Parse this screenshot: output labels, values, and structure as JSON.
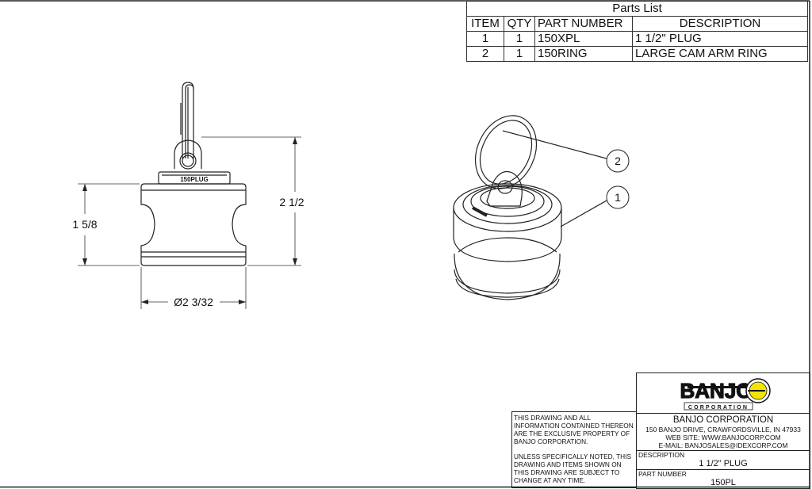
{
  "parts_list": {
    "title": "Parts List",
    "headers": [
      "ITEM",
      "QTY",
      "PART NUMBER",
      "DESCRIPTION"
    ],
    "rows": [
      {
        "item": "1",
        "qty": "1",
        "part_number": "150XPL",
        "description": "1 1/2\" PLUG"
      },
      {
        "item": "2",
        "qty": "1",
        "part_number": "150RING",
        "description": "LARGE CAM ARM RING"
      }
    ]
  },
  "front_view": {
    "engraving": "150PLUG",
    "dim_height_body": "1 5/8",
    "dim_height_total": "2 1/2",
    "dim_diameter": "Ø2 3/32"
  },
  "iso_view": {
    "balloons": [
      "2",
      "1"
    ]
  },
  "title_block": {
    "logo_text": "BANJO",
    "logo_subtext": "CORPORATION",
    "logo_colors": {
      "yellow": "#f2e600",
      "black": "#111111"
    },
    "company": "BANJO CORPORATION",
    "address": "150 BANJO DRIVE, CRAWFORDSVILLE, IN 47933",
    "website": "WEB SITE: WWW.BANJOCORP.COM",
    "email": "E-MAIL: BANJOSALES@IDEXCORP.COM",
    "description_label": "DESCRIPTION",
    "description_value": "1 1/2\" PLUG",
    "part_number_label": "PART NUMBER",
    "part_number_value": "150PL",
    "notice_1": "THIS DRAWING AND ALL INFORMATION CONTAINED THEREON ARE THE EXCLUSIVE PROPERTY OF BANJO CORPORATION.",
    "notice_2": "UNLESS SPECIFICALLY NOTED, THIS DRAWING AND ITEMS SHOWN ON THIS DRAWING ARE SUBJECT TO CHANGE AT ANY TIME."
  }
}
